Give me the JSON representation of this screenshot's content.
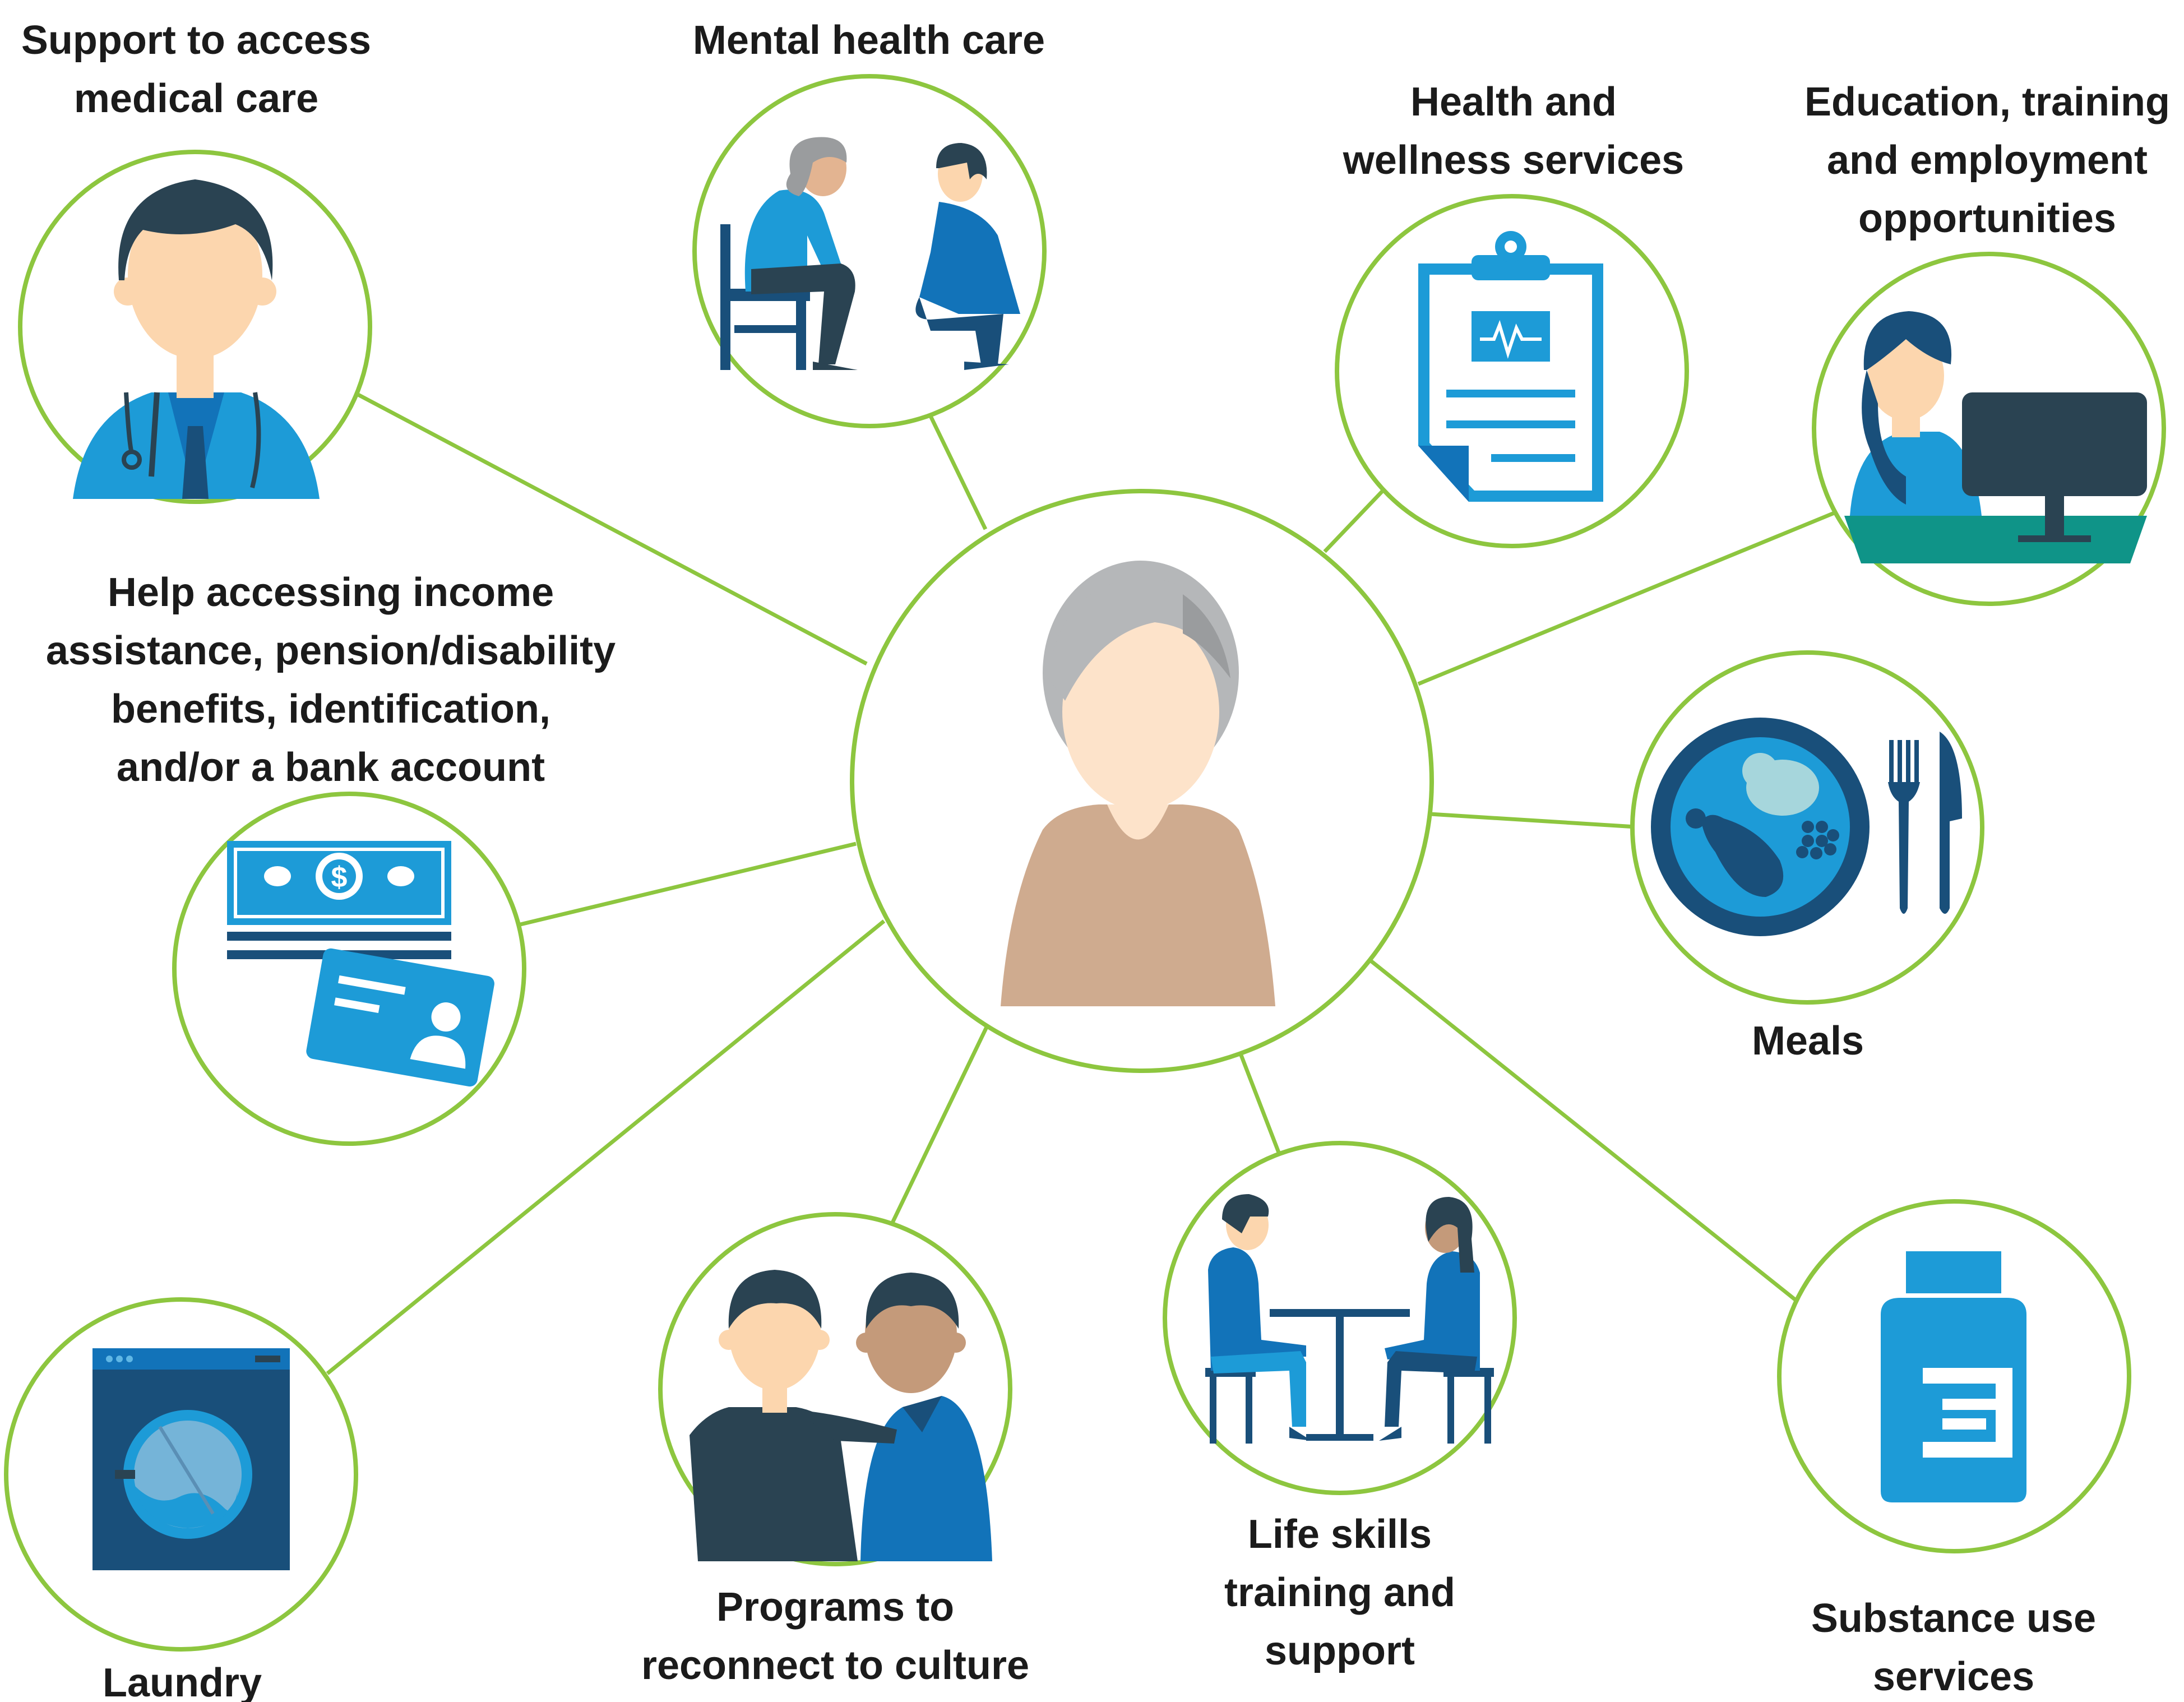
{
  "colors": {
    "ring": "#8dc63f",
    "connector": "#8dc63f",
    "dark_navy": "#2a4352",
    "blue": "#1d9bd7",
    "mid_blue": "#1273b9",
    "deep_blue": "#194f7a",
    "skin_light": "#fcd6ae",
    "skin_dark": "#c49a7a",
    "hair_grey": "#b5b7b9",
    "sweater": "#cfab8f",
    "teal": "#0f9488"
  },
  "center": {
    "icon": "elderly-person-icon"
  },
  "services": [
    {
      "id": "medical",
      "label": "Support to access\nmedical care",
      "icon": "doctor-icon"
    },
    {
      "id": "mental",
      "label": "Mental health care",
      "icon": "counselling-session-icon"
    },
    {
      "id": "health",
      "label": "Health and\nwellness services",
      "icon": "medical-clipboard-icon"
    },
    {
      "id": "education",
      "label": "Education, training\nand employment\nopportunities",
      "icon": "person-at-computer-icon"
    },
    {
      "id": "income",
      "label": "Help accessing income\nassistance, pension/disability\nbenefits, identification,\nand/or a bank account",
      "icon": "money-and-id-card-icon"
    },
    {
      "id": "meals",
      "label": "Meals",
      "icon": "plate-and-cutlery-icon"
    },
    {
      "id": "laundry",
      "label": "Laundry",
      "icon": "washing-machine-icon"
    },
    {
      "id": "culture",
      "label": "Programs to\nreconnect to culture",
      "icon": "two-people-icon"
    },
    {
      "id": "lifeskills",
      "label": "Life skills\ntraining and\nsupport",
      "icon": "people-at-table-icon"
    },
    {
      "id": "substance",
      "label": "Substance use\nservices",
      "icon": "medicine-bottle-icon"
    }
  ]
}
